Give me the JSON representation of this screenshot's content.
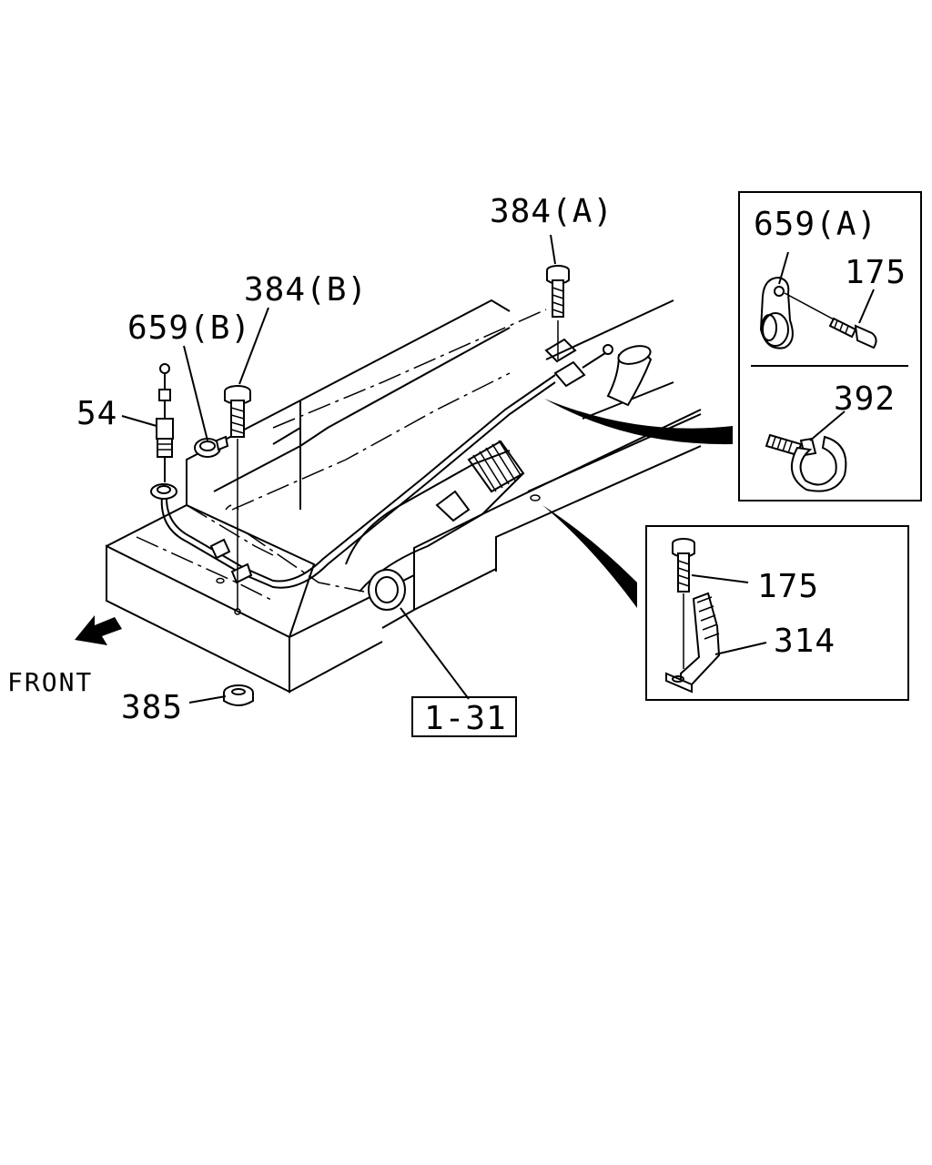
{
  "labels": {
    "bolt_384a": "384(A)",
    "bolt_384b": "384(B)",
    "clip_659b": "659(B)",
    "clip_659a": "659(A)",
    "cable_54": "54",
    "bolt_175_top": "175",
    "band_392": "392",
    "bolt_175_bottom": "175",
    "bracket_314": "314",
    "nut_385": "385",
    "ref_1_31": "1-31",
    "front": "FRONT"
  },
  "icons": {
    "front_arrow": "arrow-front-icon"
  }
}
